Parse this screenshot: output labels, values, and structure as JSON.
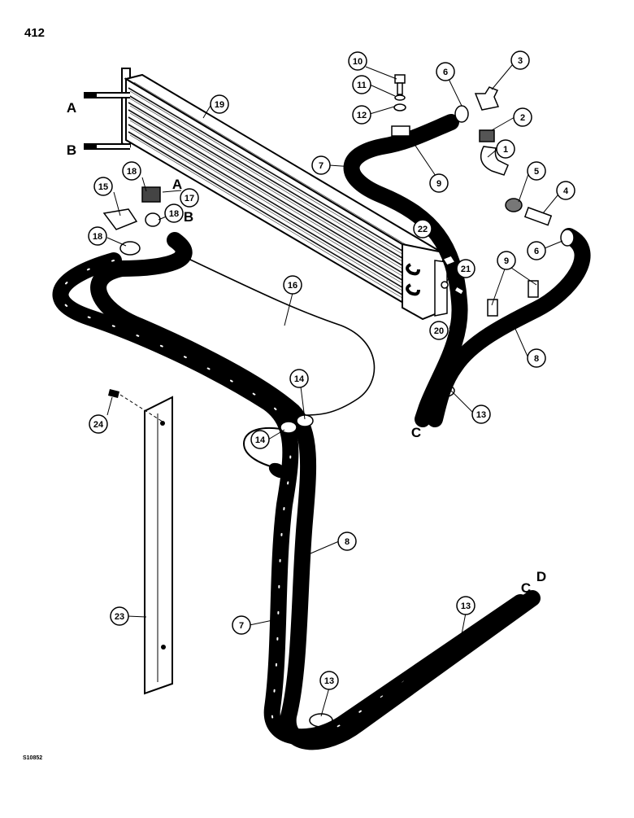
{
  "page": {
    "number": "412",
    "figure_code": "S10852"
  },
  "callouts": [
    {
      "id": "c1",
      "label": "1"
    },
    {
      "id": "c2",
      "label": "2"
    },
    {
      "id": "c3",
      "label": "3"
    },
    {
      "id": "c4",
      "label": "4"
    },
    {
      "id": "c5",
      "label": "5"
    },
    {
      "id": "c6a",
      "label": "6"
    },
    {
      "id": "c6b",
      "label": "6"
    },
    {
      "id": "c7a",
      "label": "7"
    },
    {
      "id": "c7b",
      "label": "7"
    },
    {
      "id": "c8a",
      "label": "8"
    },
    {
      "id": "c8b",
      "label": "8"
    },
    {
      "id": "c9a",
      "label": "9"
    },
    {
      "id": "c9b",
      "label": "9"
    },
    {
      "id": "c10",
      "label": "10"
    },
    {
      "id": "c11",
      "label": "11"
    },
    {
      "id": "c12",
      "label": "12"
    },
    {
      "id": "c13a",
      "label": "13"
    },
    {
      "id": "c13b",
      "label": "13"
    },
    {
      "id": "c13c",
      "label": "13"
    },
    {
      "id": "c14a",
      "label": "14"
    },
    {
      "id": "c14b",
      "label": "14"
    },
    {
      "id": "c15",
      "label": "15"
    },
    {
      "id": "c16",
      "label": "16"
    },
    {
      "id": "c17",
      "label": "17"
    },
    {
      "id": "c18a",
      "label": "18"
    },
    {
      "id": "c18b",
      "label": "18"
    },
    {
      "id": "c18c",
      "label": "18"
    },
    {
      "id": "c19",
      "label": "19"
    },
    {
      "id": "c20",
      "label": "20"
    },
    {
      "id": "c21",
      "label": "21"
    },
    {
      "id": "c22",
      "label": "22"
    },
    {
      "id": "c23",
      "label": "23"
    },
    {
      "id": "c24",
      "label": "24"
    }
  ],
  "letters": [
    {
      "id": "lA1",
      "label": "A"
    },
    {
      "id": "lB1",
      "label": "B"
    },
    {
      "id": "lA2",
      "label": "A"
    },
    {
      "id": "lB2",
      "label": "B"
    },
    {
      "id": "lC1",
      "label": "C"
    },
    {
      "id": "lD1",
      "label": "D"
    },
    {
      "id": "lC2",
      "label": "C"
    },
    {
      "id": "lD2",
      "label": "D"
    }
  ]
}
